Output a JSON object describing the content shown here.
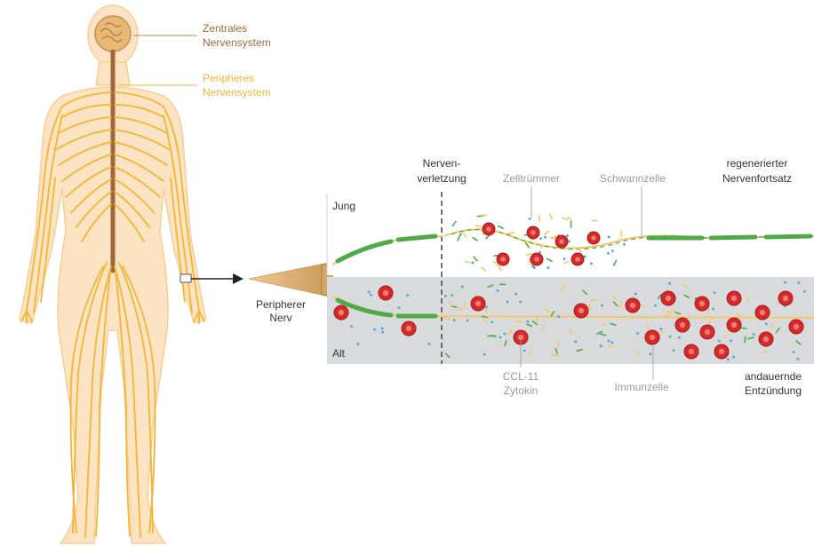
{
  "labels": {
    "cns_line1": "Zentrales",
    "cns_line2": "Nervensystem",
    "pns_line1": "Peripheres",
    "pns_line2": "Nervensystem",
    "nerve_line1": "Peripherer",
    "nerve_line2": "Nerv",
    "injury_line1": "Nerven-",
    "injury_line2": "verletzung",
    "cell_debris": "Zelltrümmer",
    "schwann_cell": "Schwannzelle",
    "regen_line1": "regenerierter",
    "regen_line2": "Nervenfortsatz",
    "young": "Jung",
    "old": "Alt",
    "ccl11_line1": "CCL-11",
    "ccl11_line2": "Zytokin",
    "immune_cell": "Immunzelle",
    "inflam_line1": "andauernde",
    "inflam_line2": "Entzündung"
  },
  "colors": {
    "cns": "#a0683a",
    "pns": "#f2b635",
    "nerve_fiber": "#f5c76a",
    "axon_green": "#4faa47",
    "immune_red": "#d42a2a",
    "cytokine_blue": "#4aa6d8",
    "old_band": "#d9dadc",
    "label_gray": "#9a9a9a",
    "label_dark": "#333333"
  }
}
